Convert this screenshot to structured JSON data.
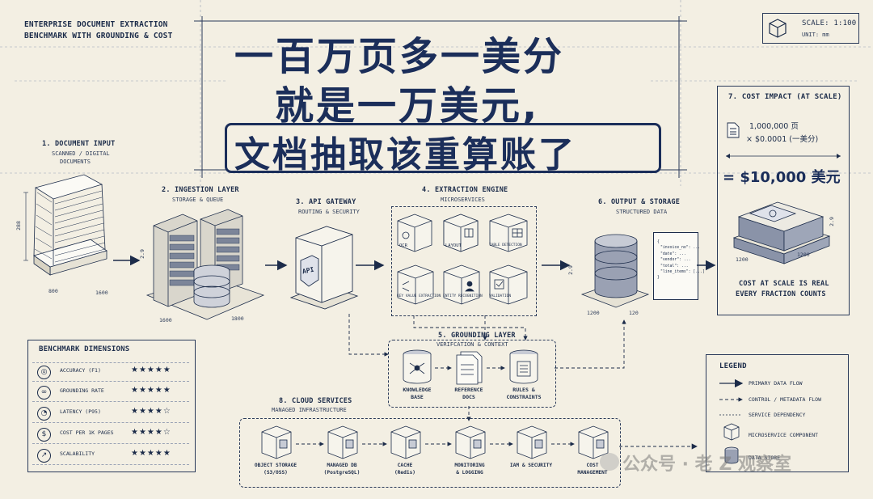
{
  "header": {
    "top_left": [
      "ENTERPRISE DOCUMENT EXTRACTION",
      "BENCHMARK WITH GROUNDING & COST"
    ],
    "scale": "SCALE: 1:100",
    "unit": "UNIT: mm",
    "title_lines": [
      "一百万页多一美分",
      "就是一万美元,",
      "文档抽取该重算账了"
    ]
  },
  "stages": {
    "doc_input": {
      "title": "1. DOCUMENT INPUT",
      "sub": [
        "SCANNED / DIGITAL",
        "DOCUMENTS"
      ],
      "dims": [
        "288",
        "800",
        "1600"
      ]
    },
    "ingestion": {
      "title": "2. INGESTION LAYER",
      "sub": "STORAGE & QUEUE",
      "dims": [
        "2.9",
        "1600",
        "1800"
      ]
    },
    "api": {
      "title": "3. API GATEWAY",
      "sub": "ROUTING & SECURITY",
      "badge": "API"
    },
    "engine": {
      "title": "4. EXTRACTION ENGINE",
      "sub": "MICROSERVICES",
      "modules": [
        {
          "label": "OCR",
          "icon": "eye-icon"
        },
        {
          "label": "OCR",
          "icon": "document-icon"
        },
        {
          "label": "LAYOUT",
          "icon": "grid-icon"
        },
        {
          "label": "TABLE DETECTION",
          "icon": "table-icon"
        },
        {
          "label": "KEY VALUE EXTRACTION",
          "icon": "arrows-icon"
        },
        {
          "label": "ENTITY RECOGNITION",
          "icon": "person-icon"
        },
        {
          "label": "VALIDATION",
          "icon": "check-icon"
        }
      ]
    },
    "output": {
      "title": "6. OUTPUT & STORAGE",
      "sub": "STRUCTURED DATA",
      "json_lines": [
        "{",
        "\"invoice_no\": ...",
        "\"date\": ...",
        "\"vendor\": ...",
        "\"total\": ...",
        "\"line_items\": [...]",
        "}"
      ],
      "dims": [
        "2.9",
        "1200",
        "120"
      ]
    },
    "grounding": {
      "title": "5. GROUNDING LAYER",
      "sub": "VERIFCATION & CONTEXT",
      "items": [
        {
          "label": [
            "KNOWLEDGE",
            "BASE"
          ]
        },
        {
          "label": [
            "REFERENCE",
            "DOCS"
          ]
        },
        {
          "label": [
            "RULES &",
            "CONSTRAINTS"
          ]
        }
      ]
    }
  },
  "cost": {
    "title": "7. COST IMPACT (AT SCALE)",
    "pages": "1,000,000 页",
    "rate": "× $0.0001 (一美分)",
    "total": "= $10,000 美元",
    "dims": [
      "2.9",
      "1200",
      "1200"
    ],
    "caption": [
      "COST AT SCALE IS REAL",
      "EVERY FRACTION COUNTS"
    ]
  },
  "benchmark": {
    "title": "BENCHMARK DIMENSIONS",
    "rows": [
      {
        "label": "ACCURACY (F1)",
        "icon": "target-icon",
        "stars": 5
      },
      {
        "label": "GROUNDING RATE",
        "icon": "link-icon",
        "stars": 5
      },
      {
        "label": "LATENCY (P95)",
        "icon": "gauge-icon",
        "stars": 4
      },
      {
        "label": "COST PER 1K PAGES",
        "icon": "dollar-icon",
        "stars": 4
      },
      {
        "label": "SCALABILITY",
        "icon": "growth-icon",
        "stars": 5
      }
    ]
  },
  "cloud": {
    "title": "8. CLOUD SERVICES",
    "sub": "MANAGED INFRASTRUCTURE",
    "items": [
      {
        "label": [
          "OBJECT STORAGE",
          "(S3/OSS)"
        ],
        "icon": "bucket-icon"
      },
      {
        "label": [
          "MANAGED DB",
          "(PostgreSQL)"
        ],
        "icon": "elephant-icon"
      },
      {
        "label": [
          "CACHE",
          "(Redis)"
        ],
        "icon": "cache-icon"
      },
      {
        "label": [
          "MONITORING",
          "& LOGGING"
        ],
        "icon": "monitor-icon"
      },
      {
        "label": [
          "IAM & SECURITY",
          ""
        ],
        "icon": "shield-icon"
      },
      {
        "label": [
          "COST",
          "MANAGEMENT"
        ],
        "icon": "dollar-icon"
      }
    ]
  },
  "legend": {
    "title": "LEGEND",
    "items": [
      "PRIMARY DATA FLOW",
      "CONTROL / METADATA FLOW",
      "SERVICE DEPENDENCY",
      "MICROSERVICE COMPONENT",
      "DATA STORE"
    ]
  },
  "watermark": "公众号 · 老 Z 观察室",
  "colors": {
    "ink": "#1c2c4a",
    "paper": "#f3efe3",
    "title": "#1b2e5a"
  }
}
